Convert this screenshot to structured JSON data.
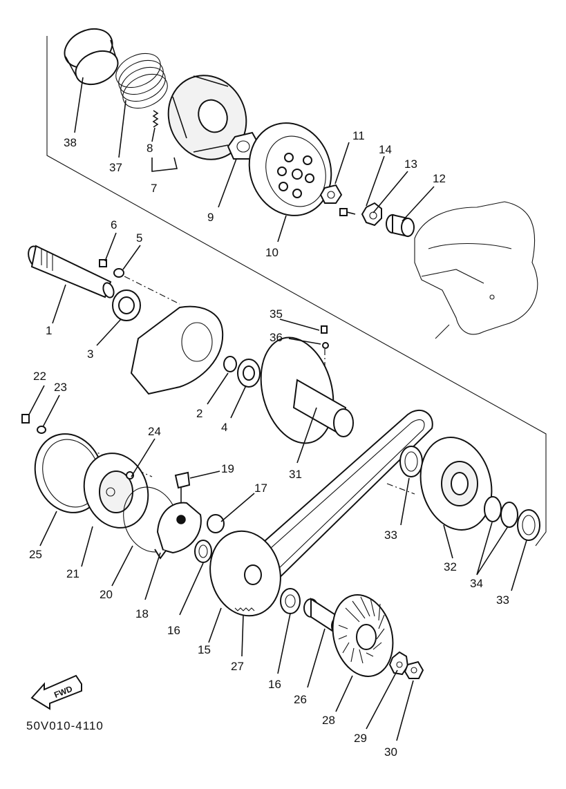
{
  "diagram": {
    "drawing_code": "50V010-4110",
    "fwd_label": "FWD",
    "callouts": [
      {
        "id": "c1",
        "text": "1"
      },
      {
        "id": "c2",
        "text": "2"
      },
      {
        "id": "c3",
        "text": "3"
      },
      {
        "id": "c4",
        "text": "4"
      },
      {
        "id": "c5",
        "text": "5"
      },
      {
        "id": "c6",
        "text": "6"
      },
      {
        "id": "c7",
        "text": "7"
      },
      {
        "id": "c8",
        "text": "8"
      },
      {
        "id": "c9",
        "text": "9"
      },
      {
        "id": "c10",
        "text": "10"
      },
      {
        "id": "c11",
        "text": "11"
      },
      {
        "id": "c12",
        "text": "12"
      },
      {
        "id": "c13",
        "text": "13"
      },
      {
        "id": "c14",
        "text": "14"
      },
      {
        "id": "c15",
        "text": "15"
      },
      {
        "id": "c16a",
        "text": "16"
      },
      {
        "id": "c16b",
        "text": "16"
      },
      {
        "id": "c17",
        "text": "17"
      },
      {
        "id": "c18",
        "text": "18"
      },
      {
        "id": "c19",
        "text": "19"
      },
      {
        "id": "c20",
        "text": "20"
      },
      {
        "id": "c21",
        "text": "21"
      },
      {
        "id": "c22",
        "text": "22"
      },
      {
        "id": "c23",
        "text": "23"
      },
      {
        "id": "c24",
        "text": "24"
      },
      {
        "id": "c25",
        "text": "25"
      },
      {
        "id": "c26",
        "text": "26"
      },
      {
        "id": "c27",
        "text": "27"
      },
      {
        "id": "c28",
        "text": "28"
      },
      {
        "id": "c29",
        "text": "29"
      },
      {
        "id": "c30",
        "text": "30"
      },
      {
        "id": "c31",
        "text": "31"
      },
      {
        "id": "c32",
        "text": "32"
      },
      {
        "id": "c33a",
        "text": "33"
      },
      {
        "id": "c33b",
        "text": "33"
      },
      {
        "id": "c34",
        "text": "34"
      },
      {
        "id": "c35",
        "text": "35"
      },
      {
        "id": "c36",
        "text": "36"
      },
      {
        "id": "c37",
        "text": "37"
      },
      {
        "id": "c38",
        "text": "38"
      }
    ]
  }
}
